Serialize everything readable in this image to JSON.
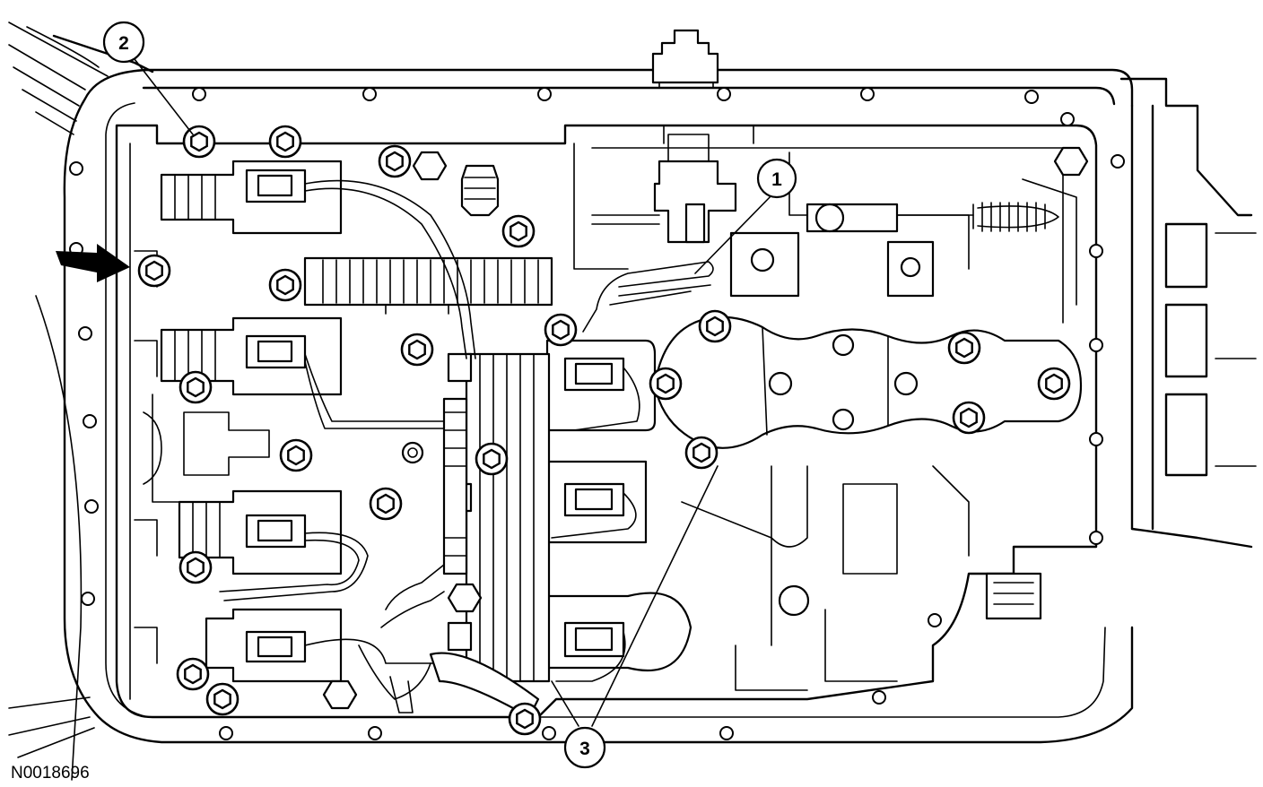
{
  "figure_id": "N0018696",
  "callouts": [
    {
      "label": "1"
    },
    {
      "label": "2"
    },
    {
      "label": "3"
    }
  ],
  "colors": {
    "line": "#000000",
    "background": "#ffffff"
  }
}
